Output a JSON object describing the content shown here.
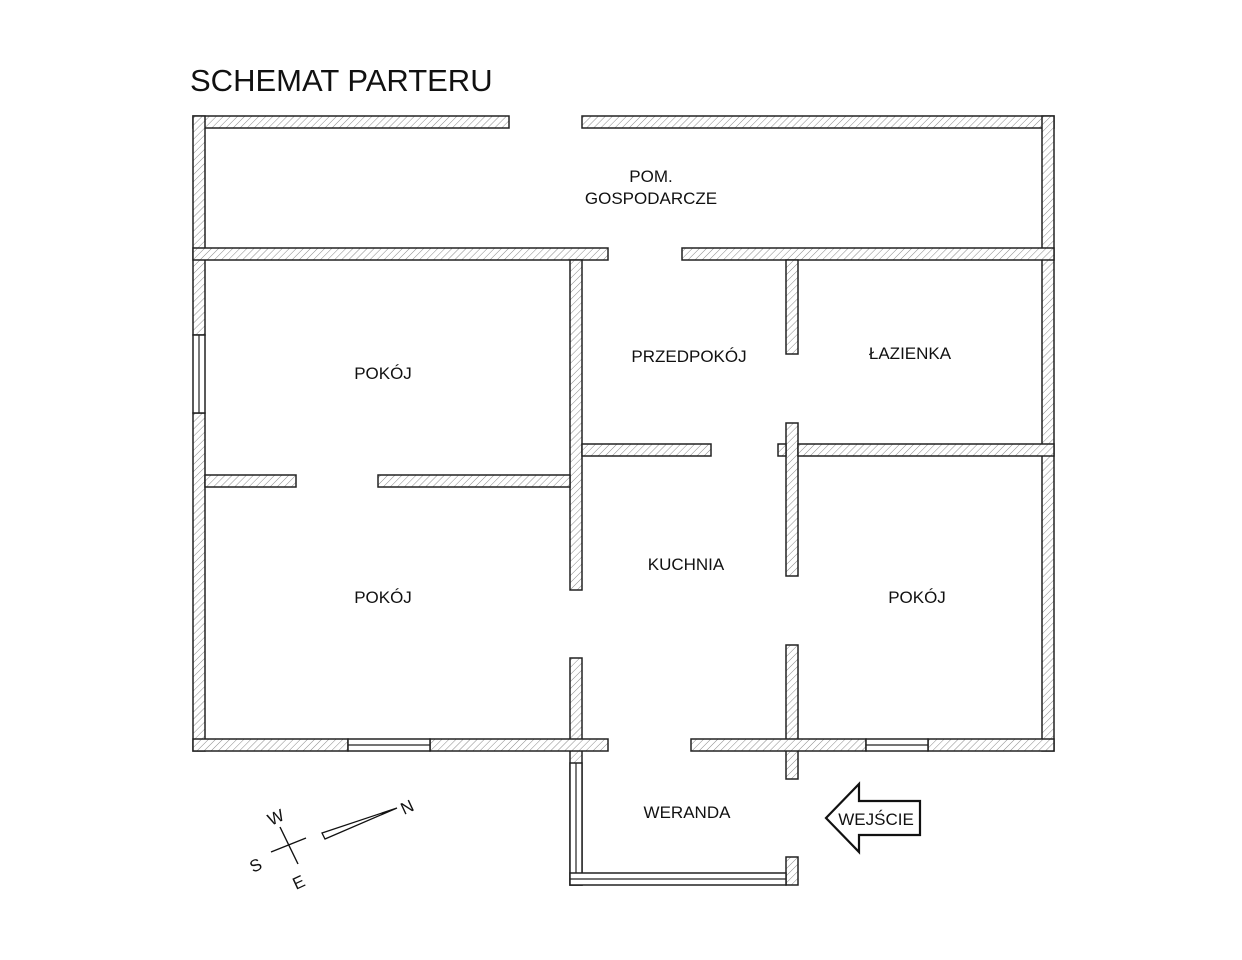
{
  "title": "SCHEMAT PARTERU",
  "rooms": {
    "utility_line1": "POM.",
    "utility_line2": "GOSPODARCZE",
    "hallway": "PRZEDPOKÓJ",
    "bathroom": "ŁAZIENKA",
    "room_top_left": "POKÓJ",
    "room_bottom_left": "POKÓJ",
    "kitchen": "KUCHNIA",
    "room_right": "POKÓJ",
    "veranda": "WERANDA"
  },
  "entrance_label": "WEJŚCIE",
  "compass": {
    "north": "N",
    "west": "W",
    "south": "S",
    "east": "E"
  }
}
